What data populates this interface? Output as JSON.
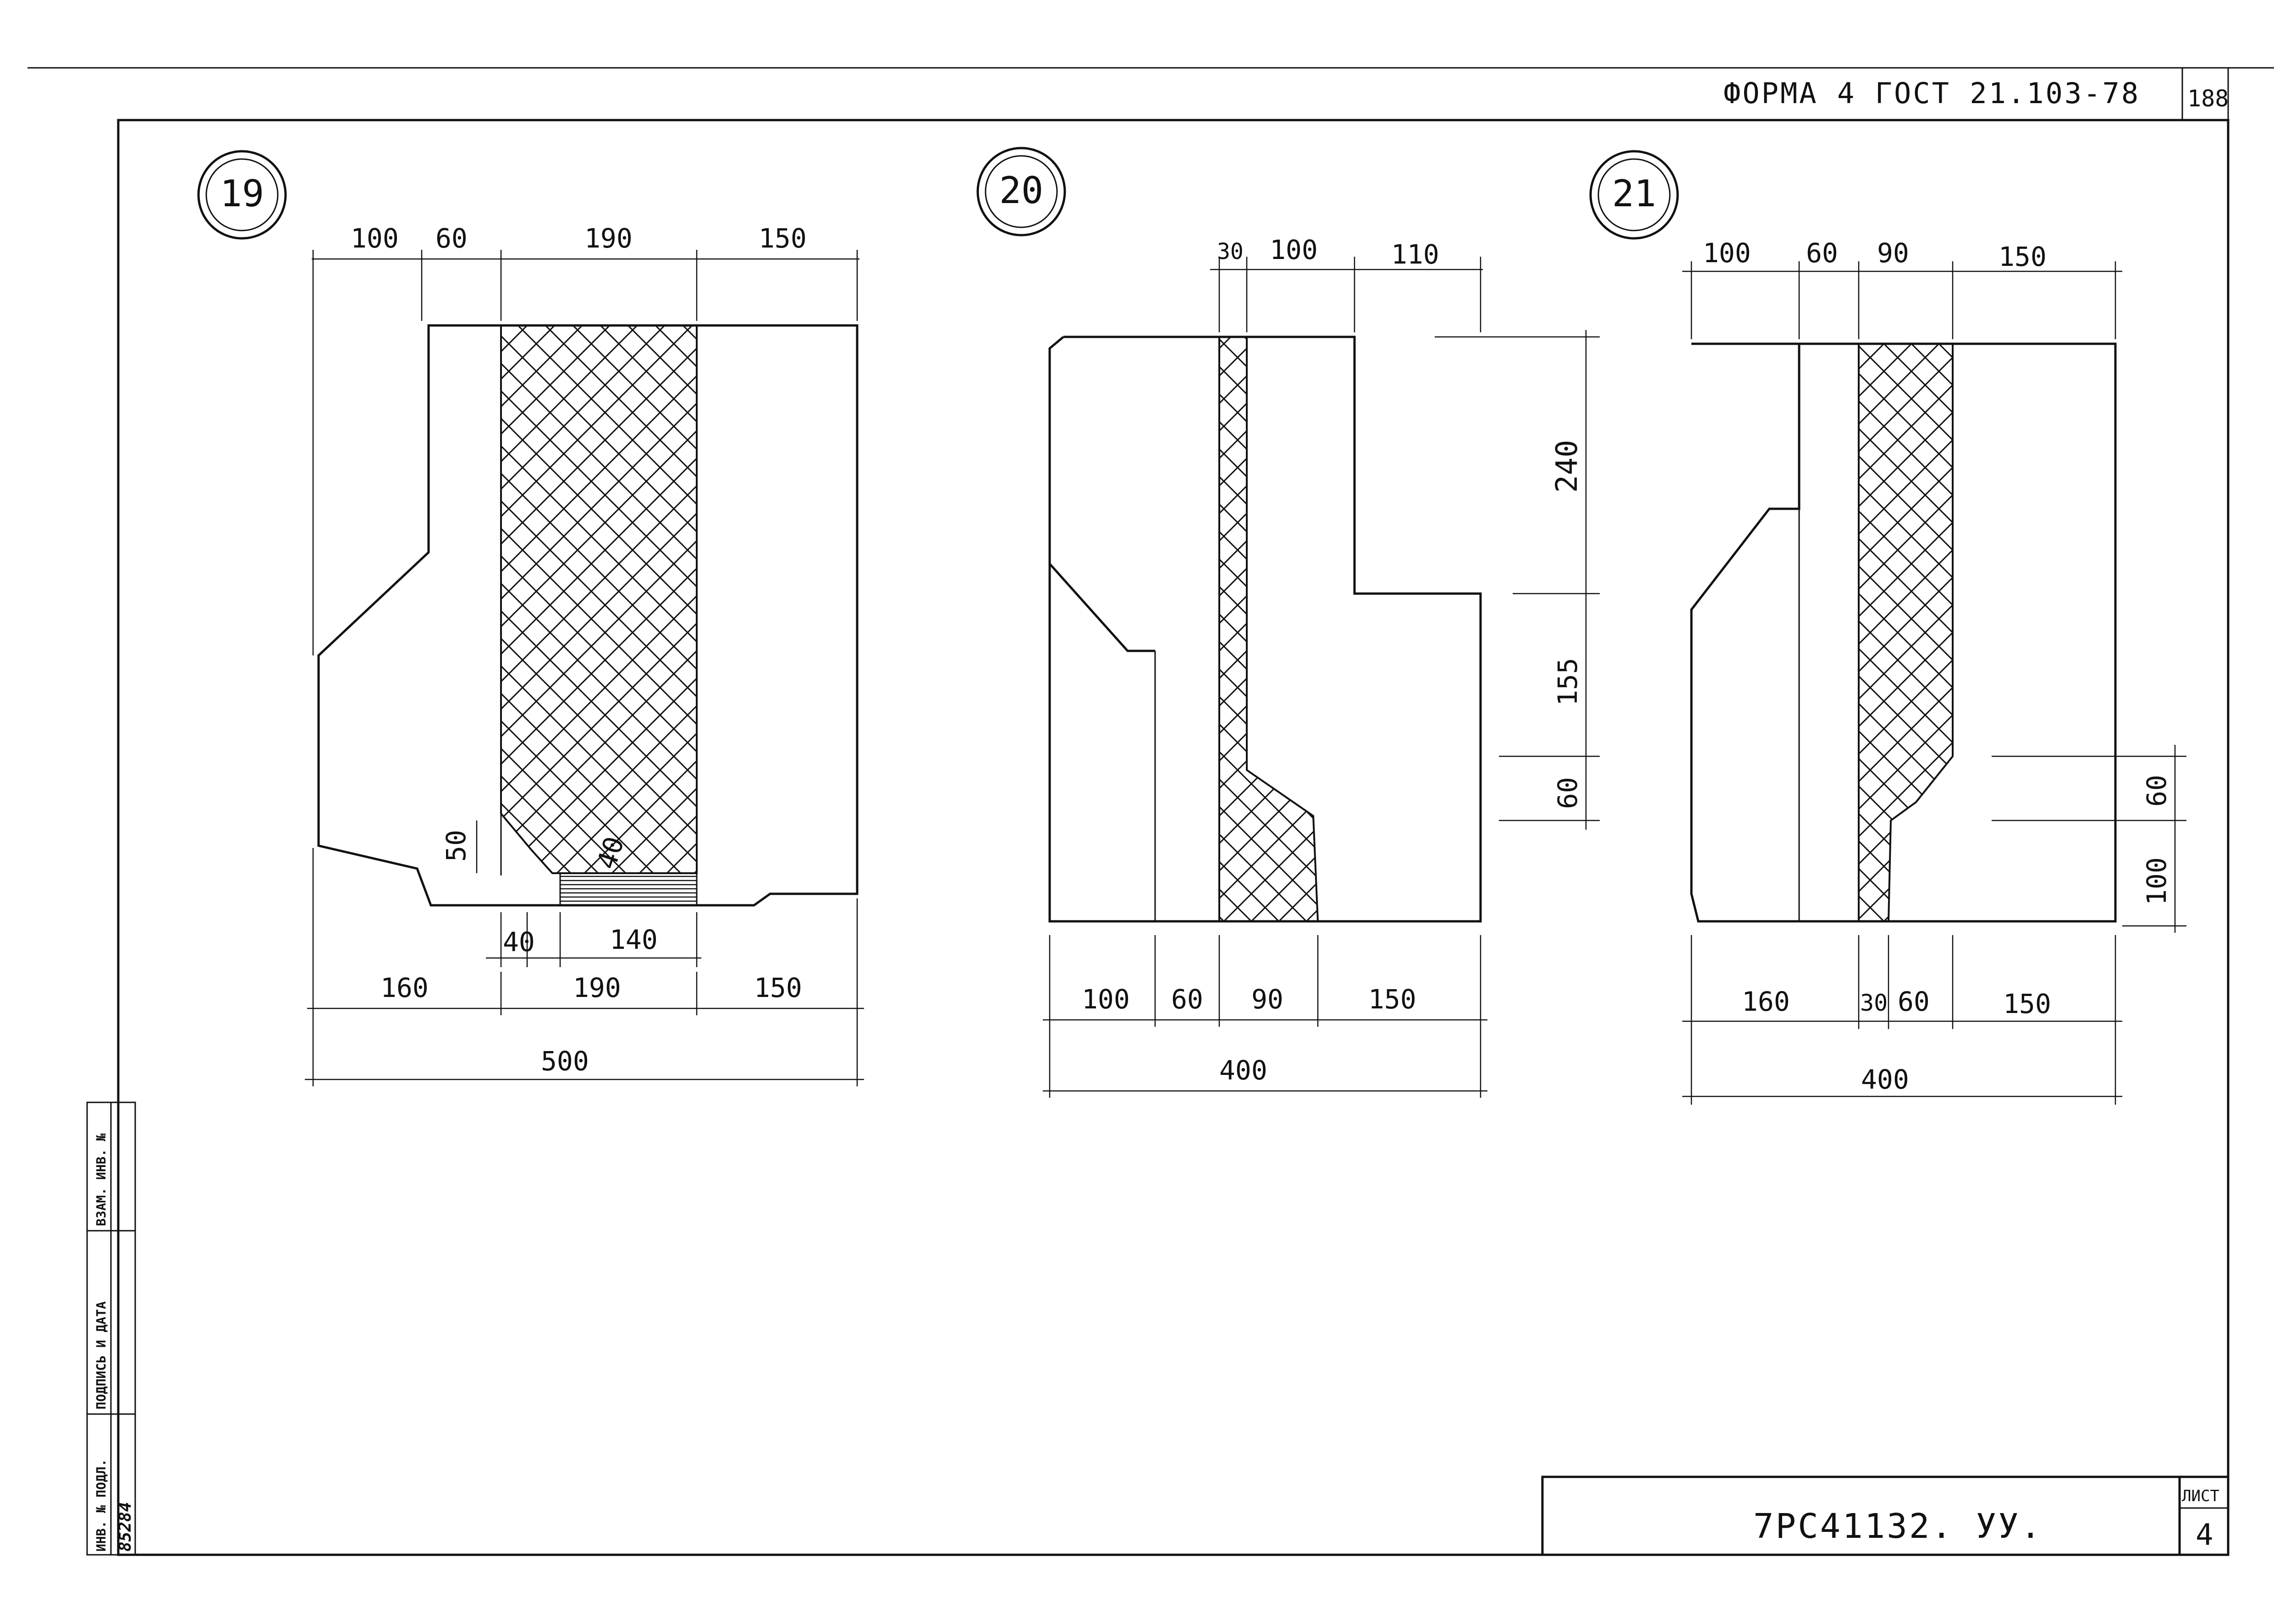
{
  "header": {
    "form_label": "ФОРМА 4  ГОСТ 21.103-78",
    "page_number": "188"
  },
  "title_block": {
    "doc_code": "7РС41132. УУ.",
    "sheet_label": "ЛИСТ",
    "sheet_number": "4"
  },
  "side_stamp": {
    "inv_podl": "ИНВ. № ПОДЛ.",
    "podpis_data": "ПОДПИСЬ И ДАТА",
    "vzam_inv": "ВЗАМ. ИНВ. №",
    "handwritten": "85284"
  },
  "details": [
    {
      "number": "19",
      "top_dims": [
        "100",
        "60",
        "190",
        "150"
      ],
      "local_dims": [
        "50",
        "40",
        "40",
        "140"
      ],
      "bottom_dims": [
        "160",
        "190",
        "150"
      ],
      "total": "500"
    },
    {
      "number": "20",
      "top_dims": [
        "30",
        "100",
        "110"
      ],
      "right_dims": [
        "240",
        "155",
        "60"
      ],
      "bottom_dims": [
        "100",
        "60",
        "90",
        "150"
      ],
      "total": "400"
    },
    {
      "number": "21",
      "top_dims": [
        "100",
        "60",
        "90",
        "150"
      ],
      "right_dims": [
        "60",
        "100"
      ],
      "bottom_dims": [
        "160",
        "30",
        "60",
        "150"
      ],
      "total": "400"
    }
  ],
  "colors": {
    "ink": "#111111",
    "paper": "#ffffff"
  }
}
